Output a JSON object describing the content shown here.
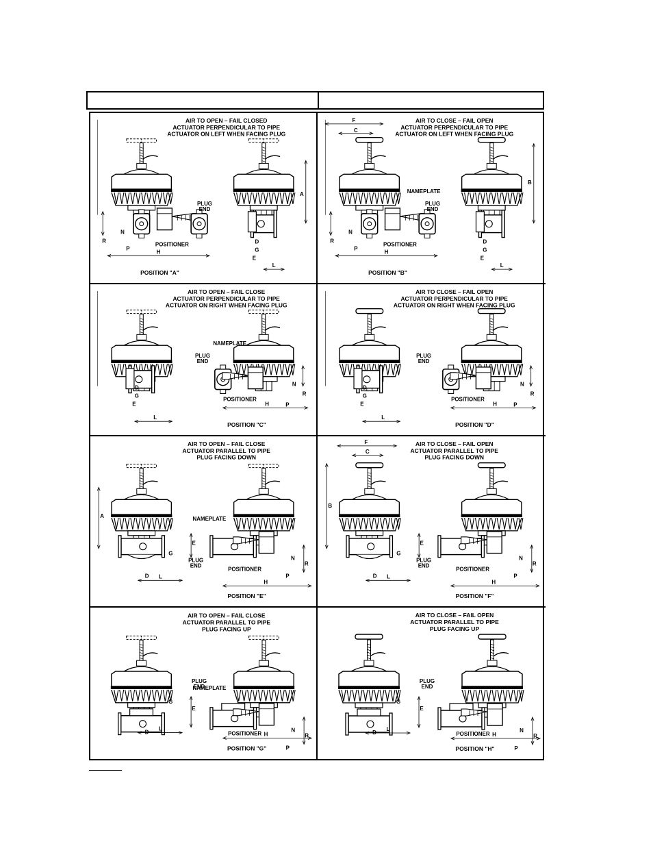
{
  "panels": [
    {
      "id": "A",
      "title": [
        "AIR TO OPEN – FAIL CLOSED",
        "ACTUATOR PERPENDICULAR TO PIPE",
        "ACTUATOR ON LEFT WHEN FACING PLUG"
      ],
      "position_label": "POSITION \"A\"",
      "labels": {
        "plug": [
          "PLUG",
          "END"
        ],
        "positioner": "POSITIONER",
        "nameplate": "",
        "dims": [
          "A",
          "R",
          "N",
          "P",
          "H",
          "D",
          "G",
          "E",
          "L"
        ]
      }
    },
    {
      "id": "B",
      "title": [
        "AIR TO CLOSE – FAIL OPEN",
        "ACTUATOR PERPENDICULAR TO PIPE",
        "ACTUATOR ON LEFT WHEN FACING PLUG"
      ],
      "position_label": "POSITION \"B\"",
      "labels": {
        "plug": [
          "PLUG",
          "END"
        ],
        "positioner": "POSITIONER",
        "nameplate": "NAMEPLATE",
        "dims": [
          "F",
          "C",
          "B",
          "R",
          "N",
          "P",
          "H",
          "D",
          "G",
          "E",
          "L"
        ]
      }
    },
    {
      "id": "C",
      "title": [
        "AIR TO OPEN – FAIL CLOSE",
        "ACTUATOR PERPENDICULAR TO PIPE",
        "ACTUATOR ON RIGHT WHEN FACING PLUG"
      ],
      "position_label": "POSITION \"C\"",
      "labels": {
        "plug": [
          "PLUG",
          "END"
        ],
        "positioner": "POSITIONER",
        "nameplate": "NAMEPLATE",
        "dims": [
          "D",
          "G",
          "E",
          "L",
          "N",
          "R",
          "P",
          "H"
        ]
      }
    },
    {
      "id": "D",
      "title": [
        "AIR TO CLOSE – FAIL OPEN",
        "ACTUATOR PERPENDICULAR TO PIPE",
        "ACTUATOR ON RIGHT WHEN FACING PLUG"
      ],
      "position_label": "POSITION \"D\"",
      "labels": {
        "plug": [
          "PLUG",
          "END"
        ],
        "positioner": "POSITIONER",
        "nameplate": "",
        "dims": [
          "D",
          "G",
          "E",
          "L",
          "N",
          "R",
          "P",
          "H"
        ]
      }
    },
    {
      "id": "E",
      "title": [
        "AIR TO OPEN – FAIL CLOSE",
        "ACTUATOR PARALLEL TO PIPE",
        "PLUG FACING DOWN"
      ],
      "position_label": "POSITION \"E\"",
      "labels": {
        "plug": [
          "PLUG",
          "END"
        ],
        "positioner": "POSITIONER",
        "nameplate": "NAMEPLATE",
        "dims": [
          "A",
          "E",
          "G",
          "D",
          "L",
          "N",
          "R",
          "P",
          "H"
        ]
      }
    },
    {
      "id": "F",
      "title": [
        "AIR TO CLOSE – FAIL OPEN",
        "ACTUATOR PARALLEL TO PIPE",
        "PLUG FACING DOWN"
      ],
      "position_label": "POSITION \"F\"",
      "labels": {
        "plug": [
          "PLUG",
          "END"
        ],
        "positioner": "POSITIONER",
        "nameplate": "",
        "dims": [
          "F",
          "C",
          "B",
          "G",
          "E",
          "D",
          "L",
          "N",
          "R",
          "P",
          "H"
        ]
      }
    },
    {
      "id": "G",
      "title": [
        "AIR TO OPEN – FAIL CLOSE",
        "ACTUATOR PARALLEL TO PIPE",
        "PLUG FACING UP"
      ],
      "position_label": "POSITION \"G\"",
      "labels": {
        "plug": [
          "PLUG",
          "END"
        ],
        "positioner": "POSITIONER",
        "nameplate": "NAMEPLATE",
        "dims": [
          "G",
          "E",
          "D",
          "L",
          "N",
          "R",
          "P",
          "H"
        ]
      }
    },
    {
      "id": "H",
      "title": [
        "AIR TO CLOSE – FAIL OPEN",
        "ACTUATOR PARALLEL TO PIPE",
        "PLUG FACING UP"
      ],
      "position_label": "POSITION \"H\"",
      "labels": {
        "plug": [
          "PLUG",
          "END"
        ],
        "positioner": "POSITIONER",
        "nameplate": "",
        "dims": [
          "G",
          "E",
          "D",
          "L",
          "N",
          "R",
          "P",
          "H"
        ]
      }
    }
  ]
}
